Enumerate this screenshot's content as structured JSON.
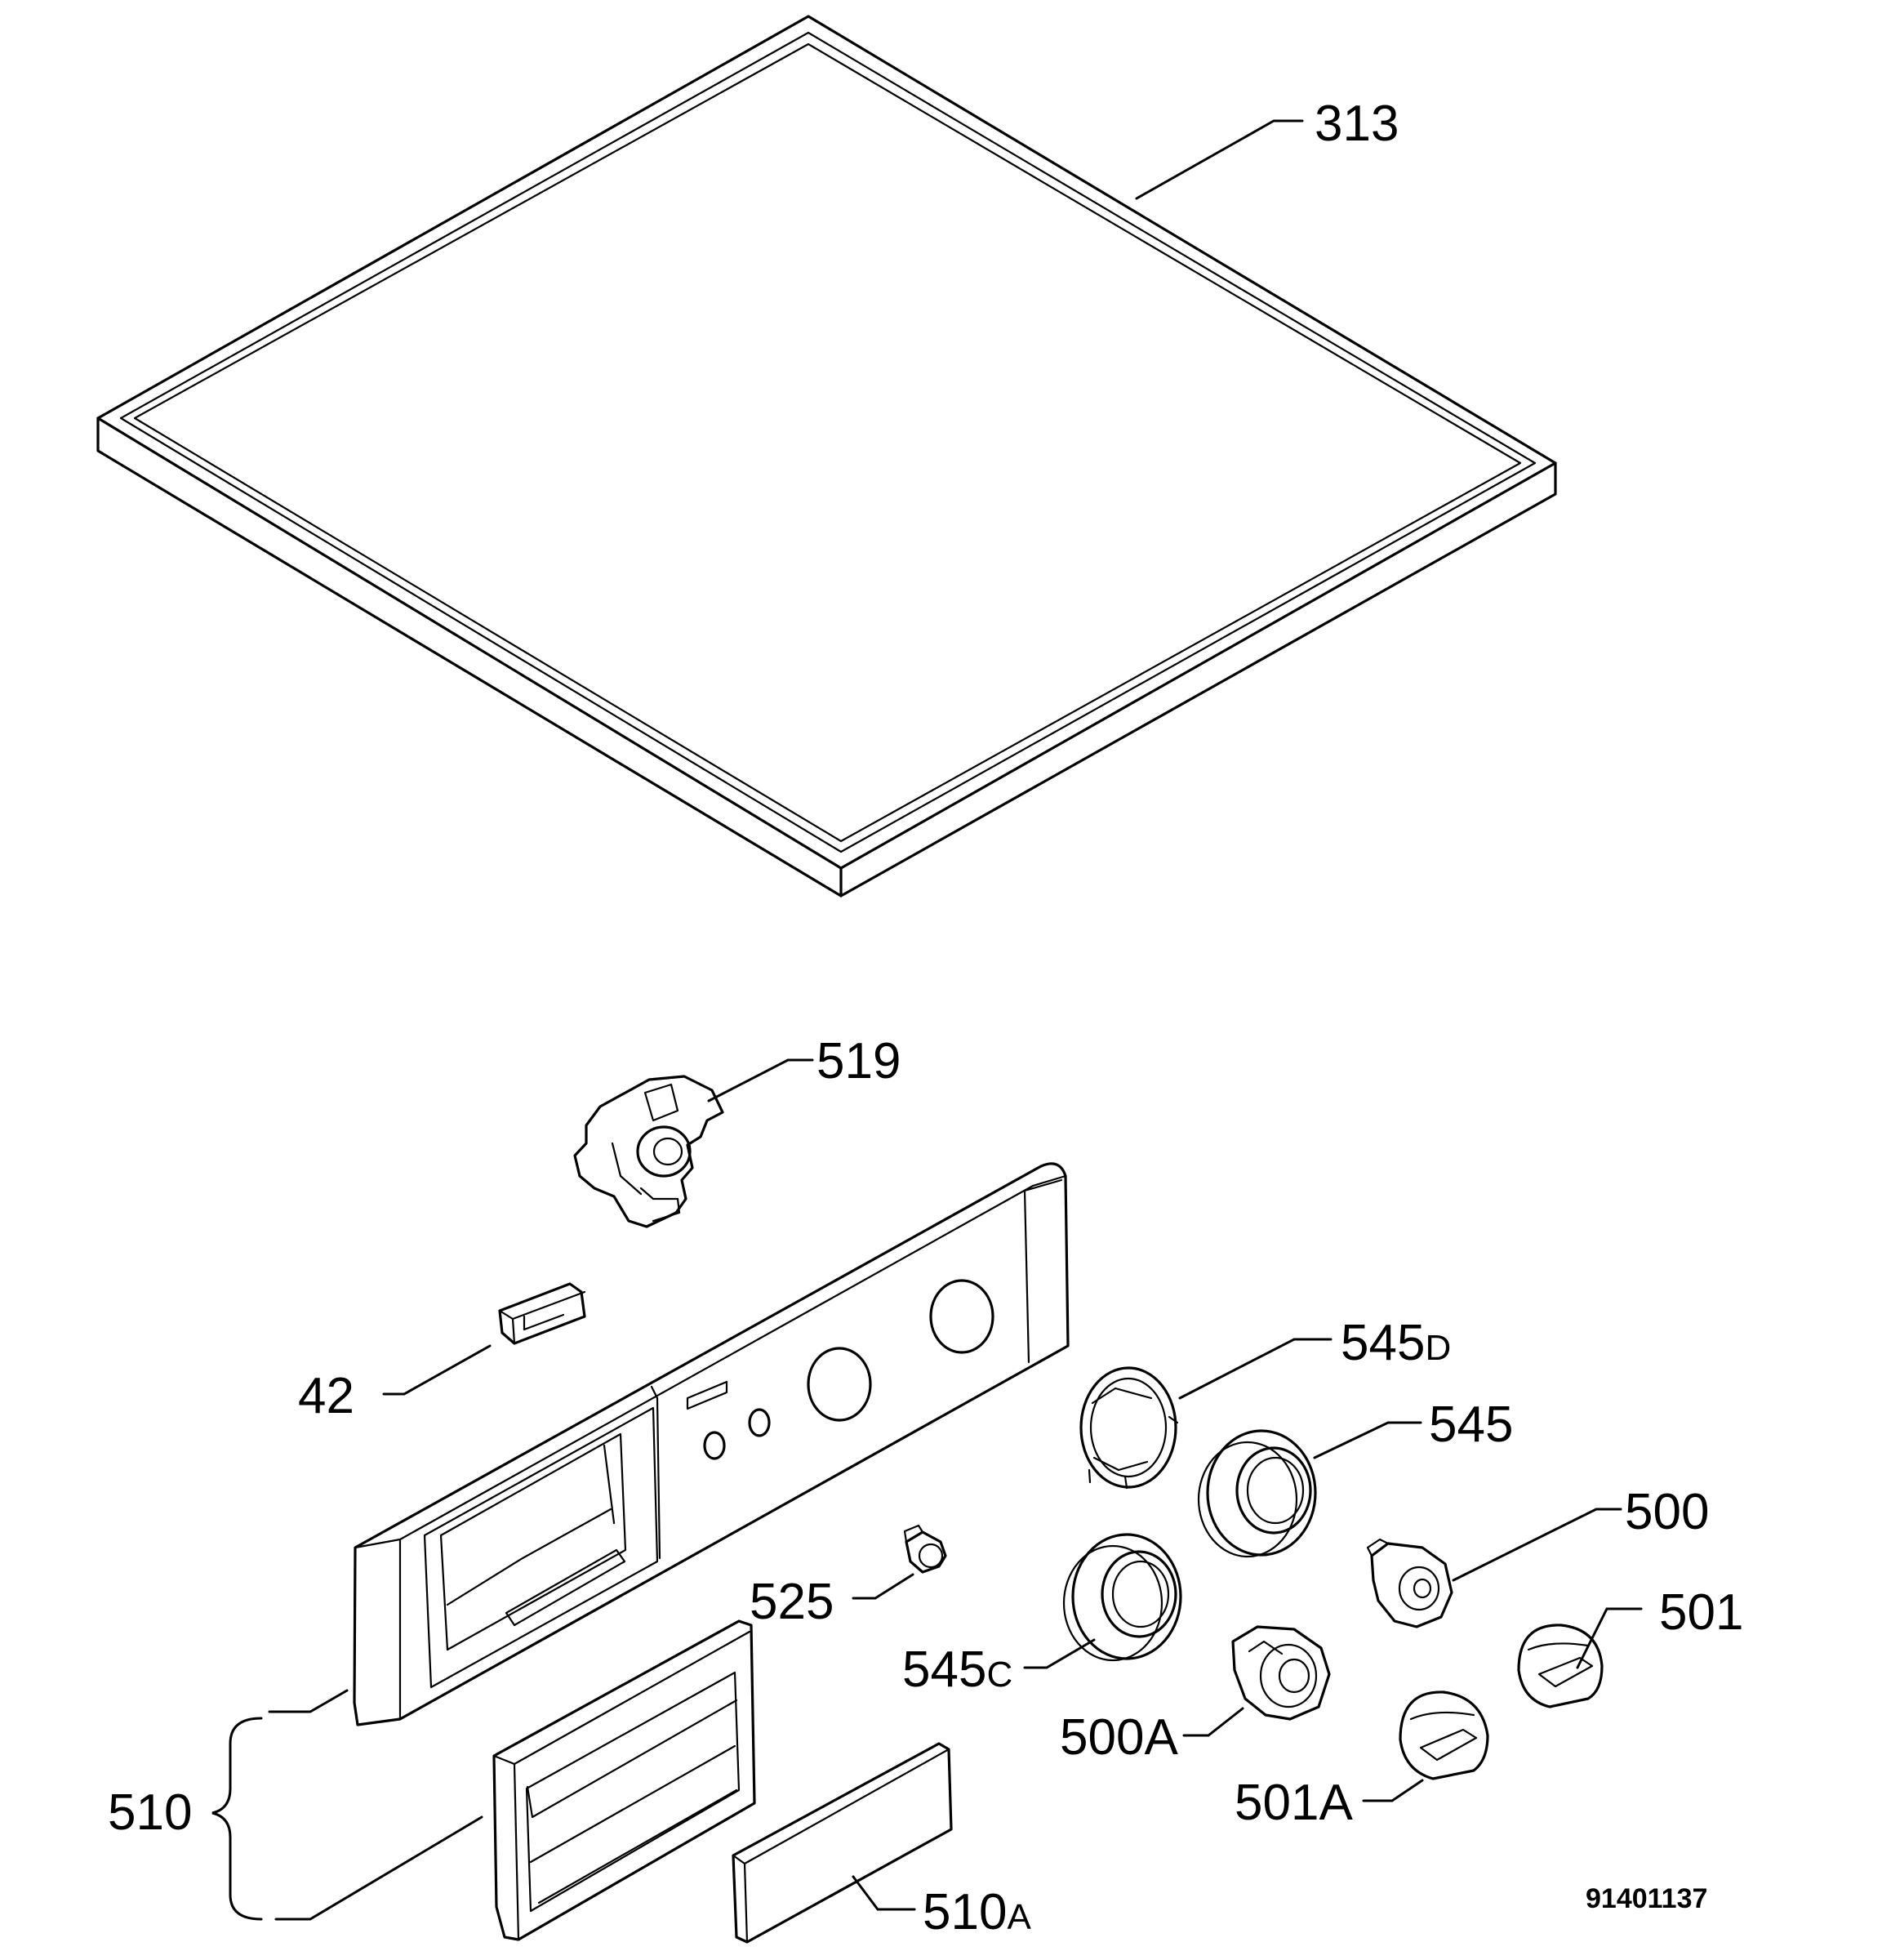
{
  "callouts": {
    "p313": "313",
    "p519": "519",
    "p42": "42",
    "p545d": "545",
    "p545d_suffix": "D",
    "p545": "545",
    "p500": "500",
    "p525": "525",
    "p501": "501",
    "p545c": "545",
    "p545c_suffix": "C",
    "p500a": "500A",
    "p510": "510",
    "p501a": "501A",
    "p510a": "510",
    "p510a_suffix": "A"
  },
  "drawing_code": "91401137"
}
